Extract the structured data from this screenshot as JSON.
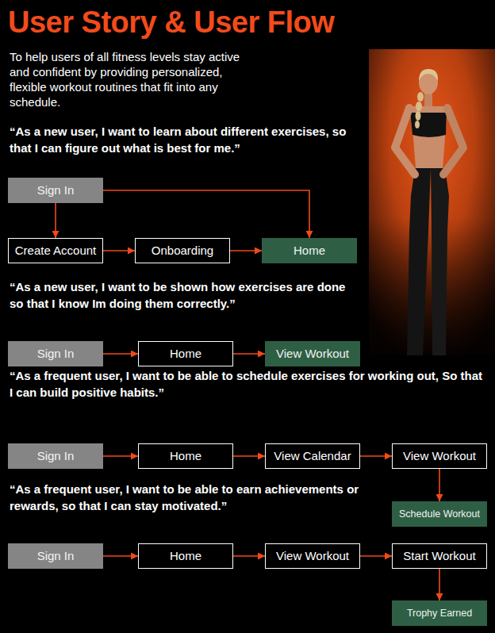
{
  "diagram": {
    "title": "User Story & User Flow",
    "nodes": [
      {
        "text": [
          "Sign In"
        ]
      },
      {
        "text": [
          "Create Account"
        ]
      },
      {
        "text": [
          "Onboarding"
        ]
      },
      {
        "text": [
          "Home"
        ]
      },
      {
        "text": [
          "Sign In"
        ]
      },
      {
        "text": [
          "Home"
        ]
      },
      {
        "text": [
          "View Workout"
        ]
      },
      {
        "text": [
          "Sign In"
        ]
      },
      {
        "text": [
          "Home"
        ]
      },
      {
        "text": [
          "View Calendar"
        ]
      },
      {
        "text": [
          "View Workout"
        ]
      },
      {
        "text": [
          "Schedule Workout"
        ]
      },
      {
        "text": [
          "Sign In"
        ]
      },
      {
        "text": [
          "Home"
        ]
      },
      {
        "text": [
          "View Workout"
        ]
      },
      {
        "text": [
          "Start Workout"
        ]
      },
      {
        "text": [
          "Trophy Earned"
        ]
      }
    ],
    "edges": [
      {
        "from": 0,
        "to": 1,
        "arrow": "to"
      },
      {
        "from": 0,
        "to": 3,
        "arrow": "to"
      },
      {
        "from": 1,
        "to": 2,
        "arrow": "to"
      },
      {
        "from": 2,
        "to": 3,
        "arrow": "to"
      },
      {
        "from": 4,
        "to": 5,
        "arrow": "to"
      },
      {
        "from": 5,
        "to": 6,
        "arrow": "to"
      },
      {
        "from": 7,
        "to": 8,
        "arrow": "to"
      },
      {
        "from": 8,
        "to": 9,
        "arrow": "to"
      },
      {
        "from": 9,
        "to": 10,
        "arrow": "to"
      },
      {
        "from": 10,
        "to": 11,
        "arrow": "to"
      },
      {
        "from": 12,
        "to": 13,
        "arrow": "to"
      },
      {
        "from": 13,
        "to": 14,
        "arrow": "to"
      },
      {
        "from": 14,
        "to": 15,
        "arrow": "to"
      },
      {
        "from": 15,
        "to": 16,
        "arrow": "to"
      }
    ],
    "labels": [
      "To help users of all fitness levels stay active and confident by providing personalized, flexible workout routines that fit into any schedule.",
      "“As a new user, I want to learn about different exercises, so that I can figure out what is best for me.”",
      "“As a new user, I want to be shown how exercises are done so that I know Im doing them correctly.”",
      "“As a frequent user, I want to be able to schedule exercises for working out, So that I can build positive habits.”",
      "“As a frequent user, I want to be able to earn achievements or rewards, so that I can stay motivated.”"
    ]
  }
}
